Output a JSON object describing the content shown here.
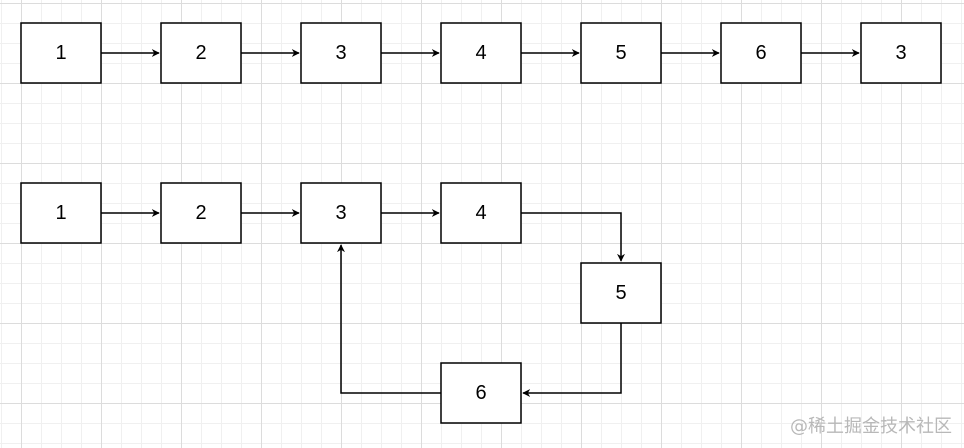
{
  "diagram": {
    "row1": {
      "nodes": [
        {
          "id": "r1n1",
          "label": "1"
        },
        {
          "id": "r1n2",
          "label": "2"
        },
        {
          "id": "r1n3",
          "label": "3"
        },
        {
          "id": "r1n4",
          "label": "4"
        },
        {
          "id": "r1n5",
          "label": "5"
        },
        {
          "id": "r1n6",
          "label": "6"
        },
        {
          "id": "r1n7",
          "label": "3"
        }
      ],
      "edges": [
        {
          "from": "r1n1",
          "to": "r1n2"
        },
        {
          "from": "r1n2",
          "to": "r1n3"
        },
        {
          "from": "r1n3",
          "to": "r1n4"
        },
        {
          "from": "r1n4",
          "to": "r1n5"
        },
        {
          "from": "r1n5",
          "to": "r1n6"
        },
        {
          "from": "r1n6",
          "to": "r1n7"
        }
      ]
    },
    "row2": {
      "nodes": [
        {
          "id": "r2n1",
          "label": "1"
        },
        {
          "id": "r2n2",
          "label": "2"
        },
        {
          "id": "r2n3",
          "label": "3"
        },
        {
          "id": "r2n4",
          "label": "4"
        },
        {
          "id": "r2n5",
          "label": "5"
        },
        {
          "id": "r2n6",
          "label": "6"
        }
      ],
      "edges": [
        {
          "from": "r2n1",
          "to": "r2n2"
        },
        {
          "from": "r2n2",
          "to": "r2n3"
        },
        {
          "from": "r2n3",
          "to": "r2n4"
        },
        {
          "from": "r2n4",
          "to": "r2n5"
        },
        {
          "from": "r2n5",
          "to": "r2n6"
        },
        {
          "from": "r2n6",
          "to": "r2n3"
        }
      ]
    }
  },
  "watermark": "@稀土掘金技术社区",
  "colors": {
    "stroke": "#000000",
    "node_fill": "#ffffff",
    "grid": "#dcdcdc"
  }
}
